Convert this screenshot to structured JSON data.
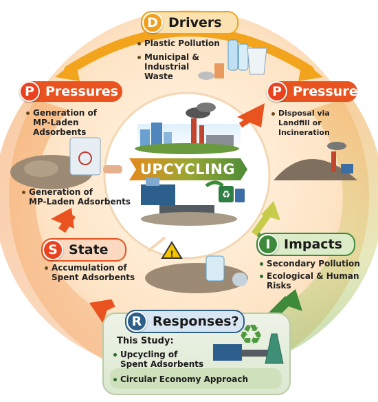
{
  "drivers": {
    "letter": "D",
    "title": "Drivers",
    "items": [
      "Plastic Pollution",
      "Municipal &\nIndustrial\nWaste"
    ]
  },
  "pressures_left": {
    "letter": "P",
    "title": "Pressures",
    "items": [
      "Generation of\nMP-Laden\nAdsorbents",
      "Generation of\nMP-Laden Adsorbents"
    ]
  },
  "pressures_right": {
    "letter": "P",
    "title": "Pressures",
    "items": [
      "Disposal via\nLandfill or Incineration"
    ]
  },
  "state": {
    "letter": "S",
    "title": "State",
    "items": [
      "Accumulation of\nSpent Adsorbents"
    ]
  },
  "impacts": {
    "letter": "I",
    "title": "Impacts",
    "items": [
      "Secondary Pollution",
      "Ecological & Human\nRisks"
    ]
  },
  "responses": {
    "letter": "R",
    "title": "Responses?",
    "study_label": "This Study:",
    "items": [
      "Upcycling of\nSpent Adsorbents",
      "Circular Economy Approach"
    ]
  },
  "center": {
    "label": "UPCYCLING"
  },
  "colors": {
    "drivers": "#f0a020",
    "pressures": "#e8531f",
    "state": "#e8421f",
    "impacts": "#3e8a3a",
    "responses": "#2b5f8a",
    "banner": "#7a9a32"
  }
}
